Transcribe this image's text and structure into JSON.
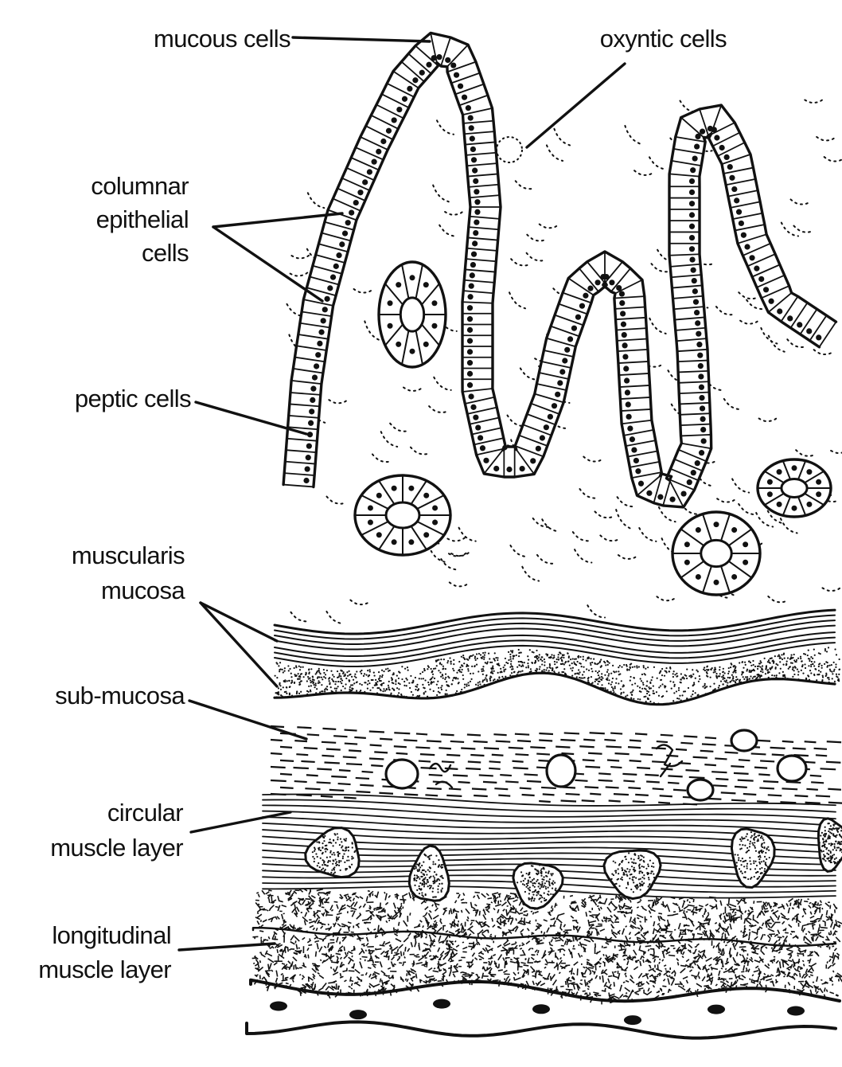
{
  "labels": {
    "mucous_cells": "mucous cells",
    "oxyntic_cells": "oxyntic cells",
    "columnar_epithelial_cells": [
      "columnar",
      "epithelial",
      "cells"
    ],
    "peptic_cells": "peptic cells",
    "muscularis_mucosa": [
      "muscularis",
      "mucosa"
    ],
    "sub_mucosa": "sub-mucosa",
    "circular_muscle_layer": [
      "circular",
      "muscle layer"
    ],
    "longitudinal_muscle_layer": [
      "longitudinal",
      "muscle layer"
    ]
  },
  "style": {
    "ink": "#111111",
    "background": "#ffffff"
  }
}
